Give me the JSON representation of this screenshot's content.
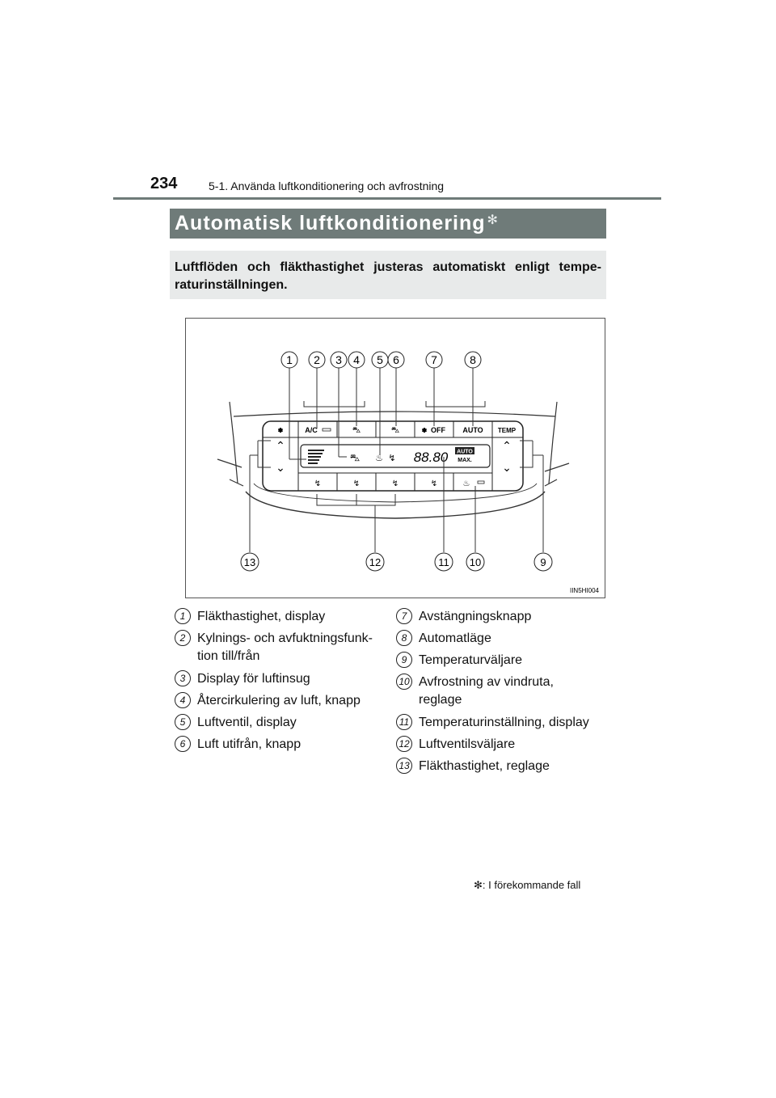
{
  "header": {
    "page_number": "234",
    "section": "5-1. Använda luftkonditionering och avfrostning"
  },
  "title": {
    "text": "Automatisk luftkonditionering",
    "asterisk": "✻"
  },
  "intro": "Luftflöden och fläkthastighet justeras automatiskt enligt tempe-raturinställningen.",
  "figure": {
    "callout_numbers_top": [
      "1",
      "2",
      "3",
      "4",
      "5",
      "6",
      "7",
      "8"
    ],
    "callout_numbers_bottom": [
      "13",
      "12",
      "11",
      "10",
      "9"
    ],
    "panel_buttons": {
      "ac": "A/C",
      "off": "OFF",
      "auto": "AUTO",
      "temp": "TEMP"
    },
    "display_temp": "88.80",
    "display_auto": "AUTO",
    "display_max": "MAX.",
    "code": "IIN5HI004"
  },
  "legend_left": [
    {
      "num": "1",
      "text": "Fläkthastighet, display"
    },
    {
      "num": "2",
      "text": "Kylnings- och avfuktningsfunk-tion till/från"
    },
    {
      "num": "3",
      "text": "Display för luftinsug"
    },
    {
      "num": "4",
      "text": "Återcirkulering av luft, knapp"
    },
    {
      "num": "5",
      "text": "Luftventil, display"
    },
    {
      "num": "6",
      "text": "Luft utifrån, knapp"
    }
  ],
  "legend_right": [
    {
      "num": "7",
      "text": "Avstängningsknapp"
    },
    {
      "num": "8",
      "text": "Automatläge"
    },
    {
      "num": "9",
      "text": "Temperaturväljare"
    },
    {
      "num": "10",
      "text": "Avfrostning av vindruta, reglage"
    },
    {
      "num": "11",
      "text": "Temperaturinställning, display"
    },
    {
      "num": "12",
      "text": "Luftventilsväljare"
    },
    {
      "num": "13",
      "text": "Fläkthastighet, reglage"
    }
  ],
  "footnote": ": I förekommande fall"
}
